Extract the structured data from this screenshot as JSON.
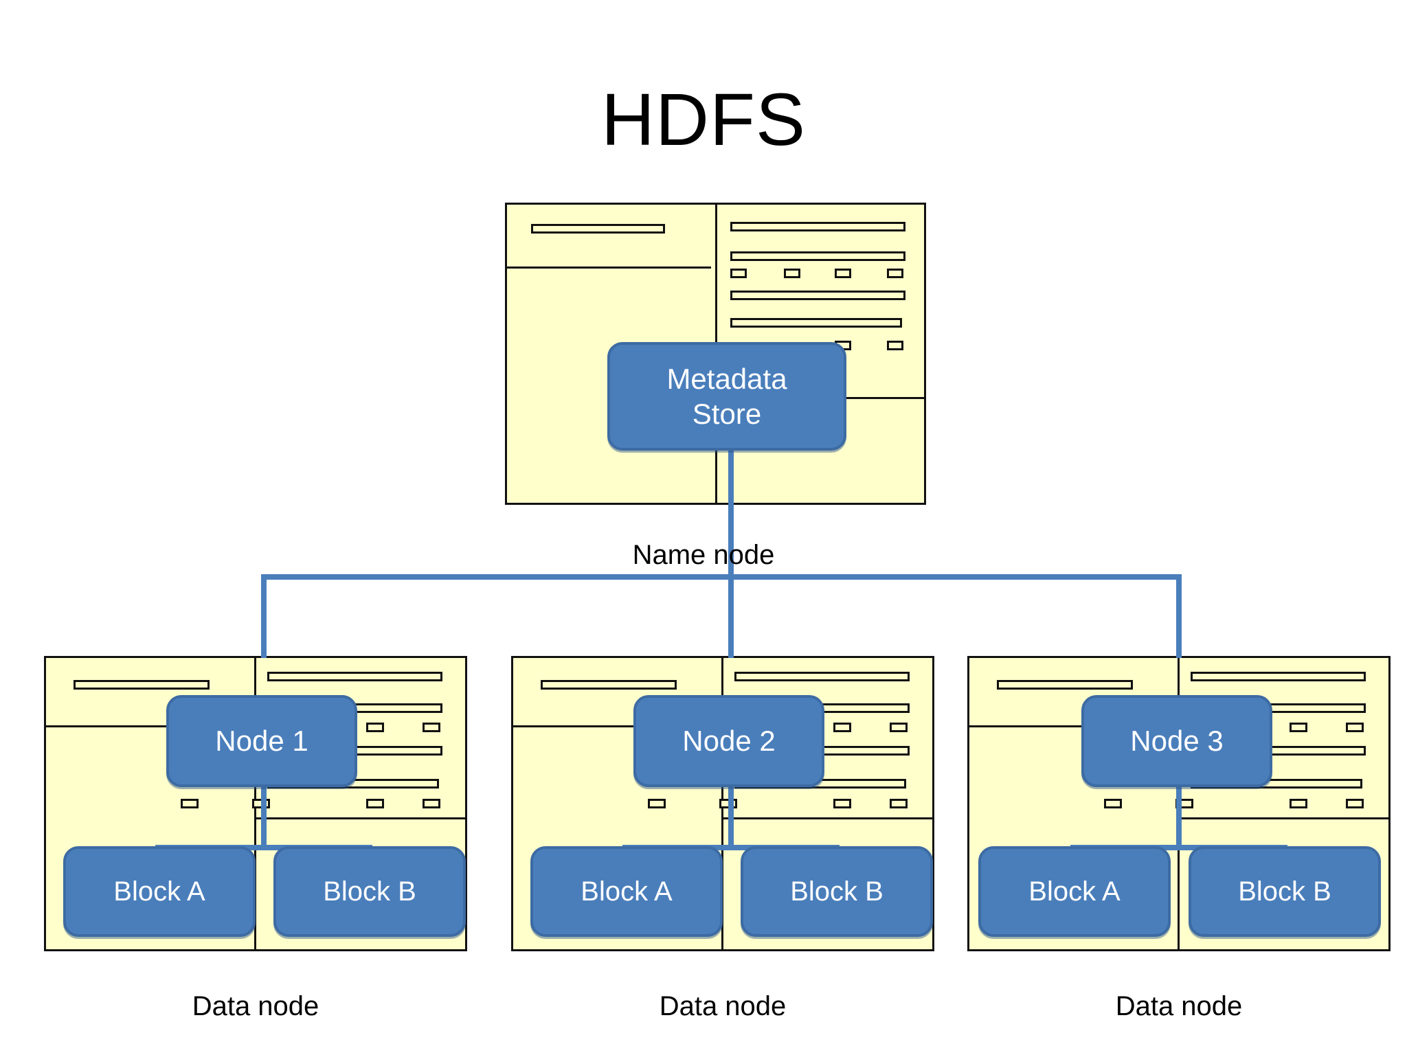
{
  "title": "HDFS",
  "name_node": {
    "label": "Name node",
    "box_label": "Metadata Store",
    "box_label_line1": "Metadata",
    "box_label_line2": "Store"
  },
  "data_nodes": [
    {
      "label": "Data node",
      "node_label": "Node 1",
      "blocks": [
        {
          "label": "Block A"
        },
        {
          "label": "Block B"
        }
      ]
    },
    {
      "label": "Data node",
      "node_label": "Node 2",
      "blocks": [
        {
          "label": "Block A"
        },
        {
          "label": "Block B"
        }
      ]
    },
    {
      "label": "Data node",
      "node_label": "Node 3",
      "blocks": [
        {
          "label": "Block A"
        },
        {
          "label": "Block B"
        }
      ]
    }
  ],
  "colors": {
    "chassis_fill": "#ffffcc",
    "chassis_stroke": "#111111",
    "node_fill": "#4a7ebb",
    "node_stroke": "#3d6ba3",
    "node_text": "#ffffff",
    "connector": "#4a7ebb",
    "background": "#ffffff",
    "title_text": "#000000"
  }
}
